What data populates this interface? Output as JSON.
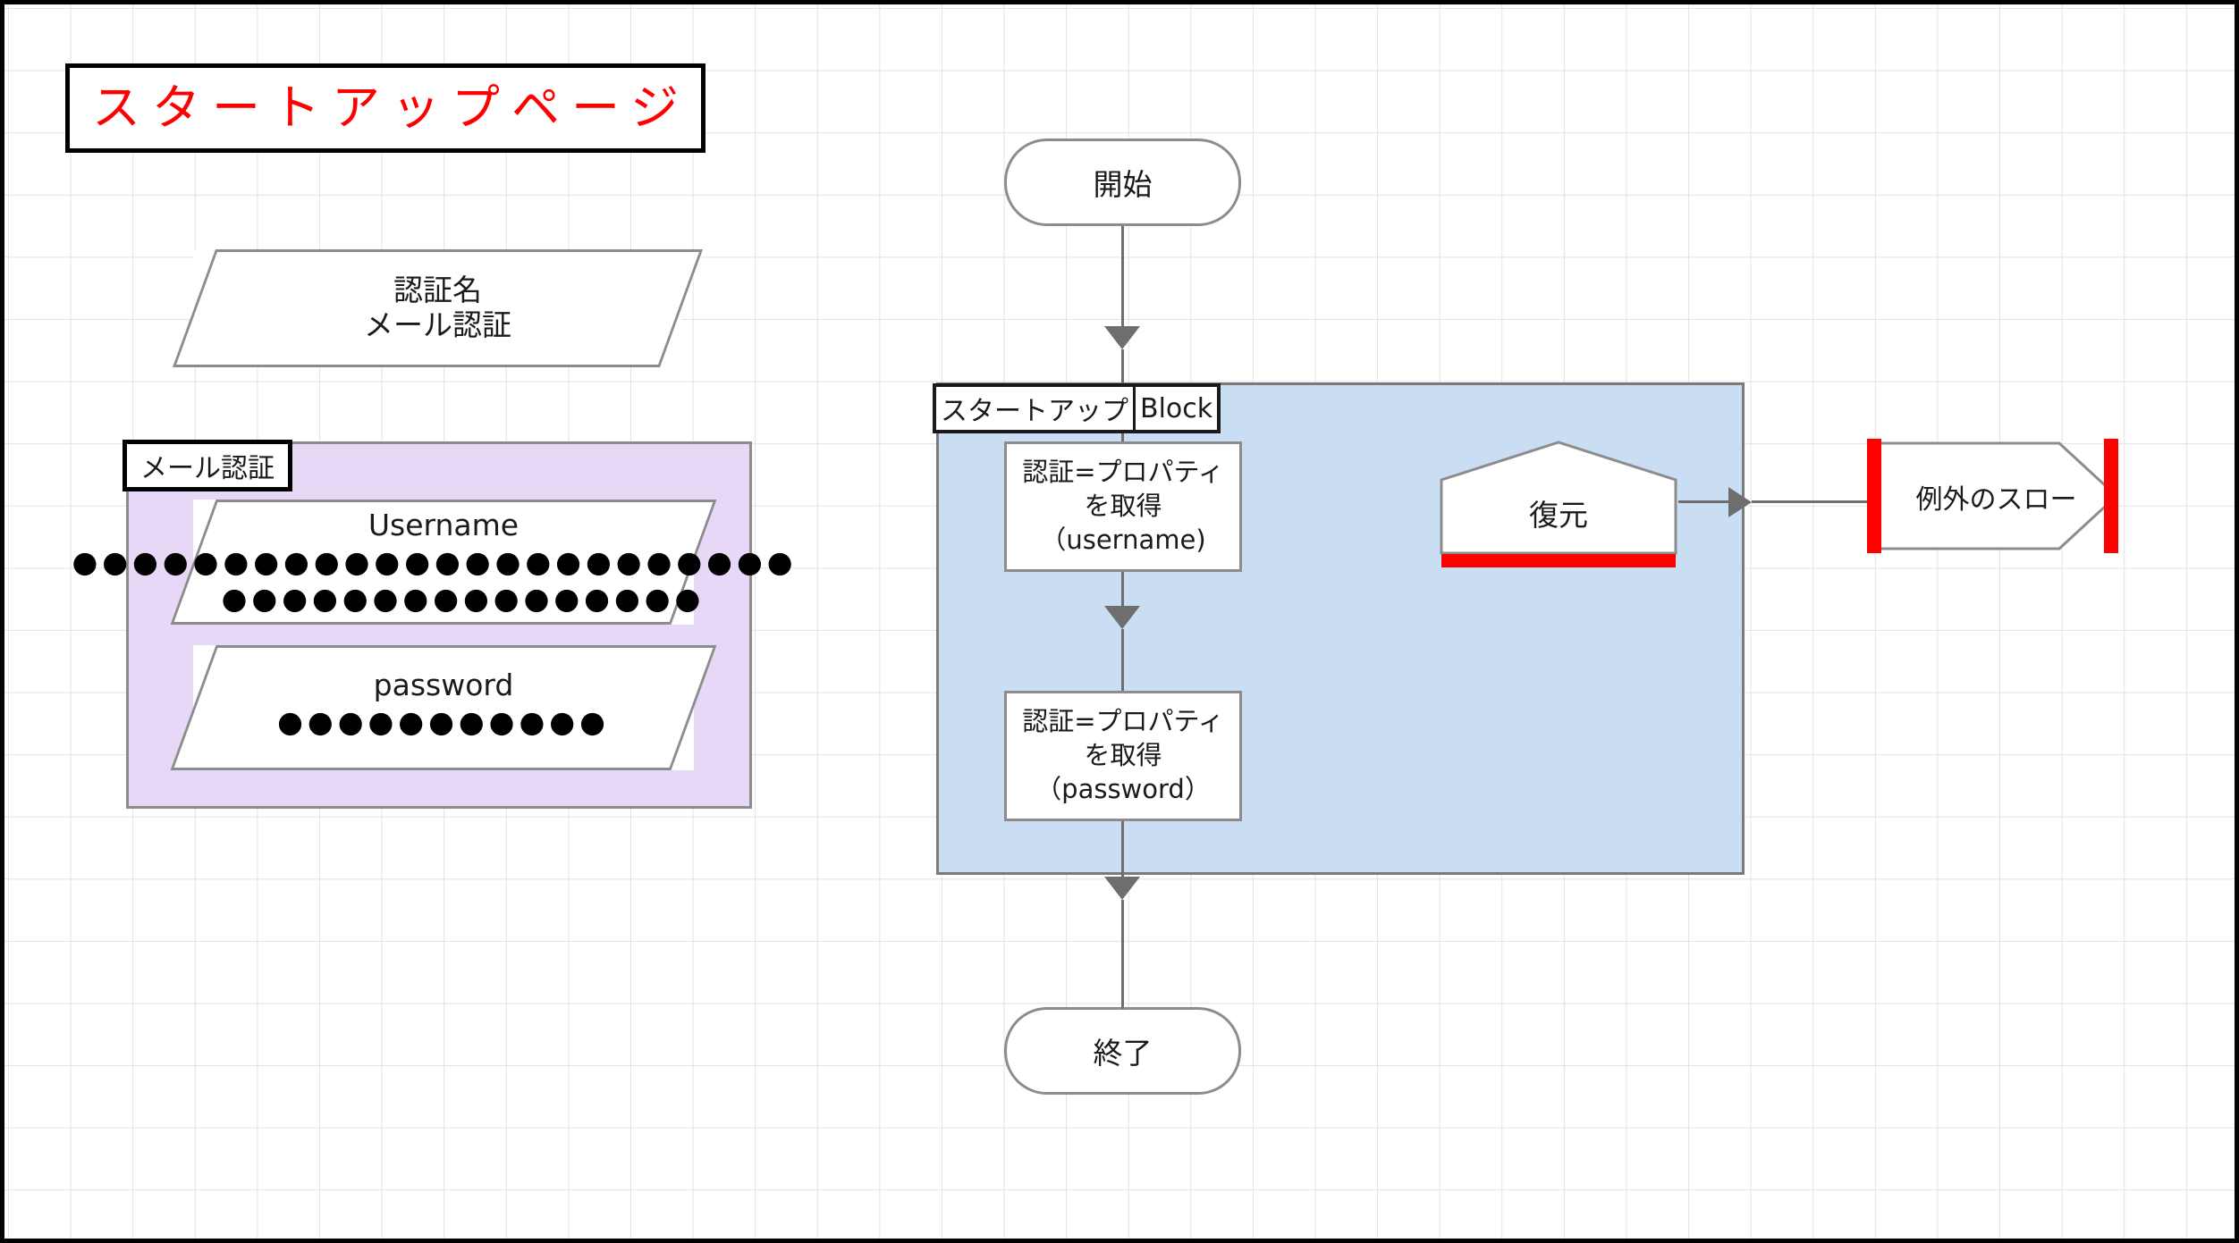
{
  "page": {
    "title": "スタートアップページ",
    "title_color": "#ff0000",
    "background": "#ffffff",
    "grid_color": "#e2e2e2"
  },
  "colors": {
    "purple_container": "#e8d8f7",
    "blue_block": "#c9def2",
    "shape_border": "#8c8c8c",
    "connector": "#6e6e6e",
    "red_accent": "#ff0000"
  },
  "left_panel": {
    "auth_name_shape": {
      "type": "parallelogram",
      "line1": "認証名",
      "line2": "メール認証"
    },
    "email_auth_container": {
      "label": "メール認証",
      "fill": "#e8d8f7",
      "fields": [
        {
          "name": "Username",
          "label": "Username",
          "masked_value_line1": "●●●●●●●●●●●●●●●●●●●●●●●●",
          "masked_value_line2": "●●●●●●●●●●●●●●●●"
        },
        {
          "name": "password",
          "label": "password",
          "masked_value_line1": "●●●●●●●●●●●"
        }
      ]
    }
  },
  "flow": {
    "start_node": {
      "label": "開始",
      "shape": "terminator"
    },
    "end_node": {
      "label": "終了",
      "shape": "terminator"
    },
    "startup_block": {
      "label_main": "スタートアップ",
      "label_kind": "Block",
      "fill": "#c9def2",
      "steps": [
        {
          "line1": "認証=プロパティ",
          "line2": "を取得",
          "line3": "（username)"
        },
        {
          "line1": "認証=プロパティ",
          "line2": "を取得",
          "line3": "（password）"
        }
      ]
    },
    "restore_node": {
      "label": "復元",
      "shape": "pentagon-home",
      "accent": "#ff0000"
    },
    "throw_exception_node": {
      "label": "例外のスロー",
      "shape": "arrow-pentagon",
      "accent": "#ff0000"
    }
  }
}
